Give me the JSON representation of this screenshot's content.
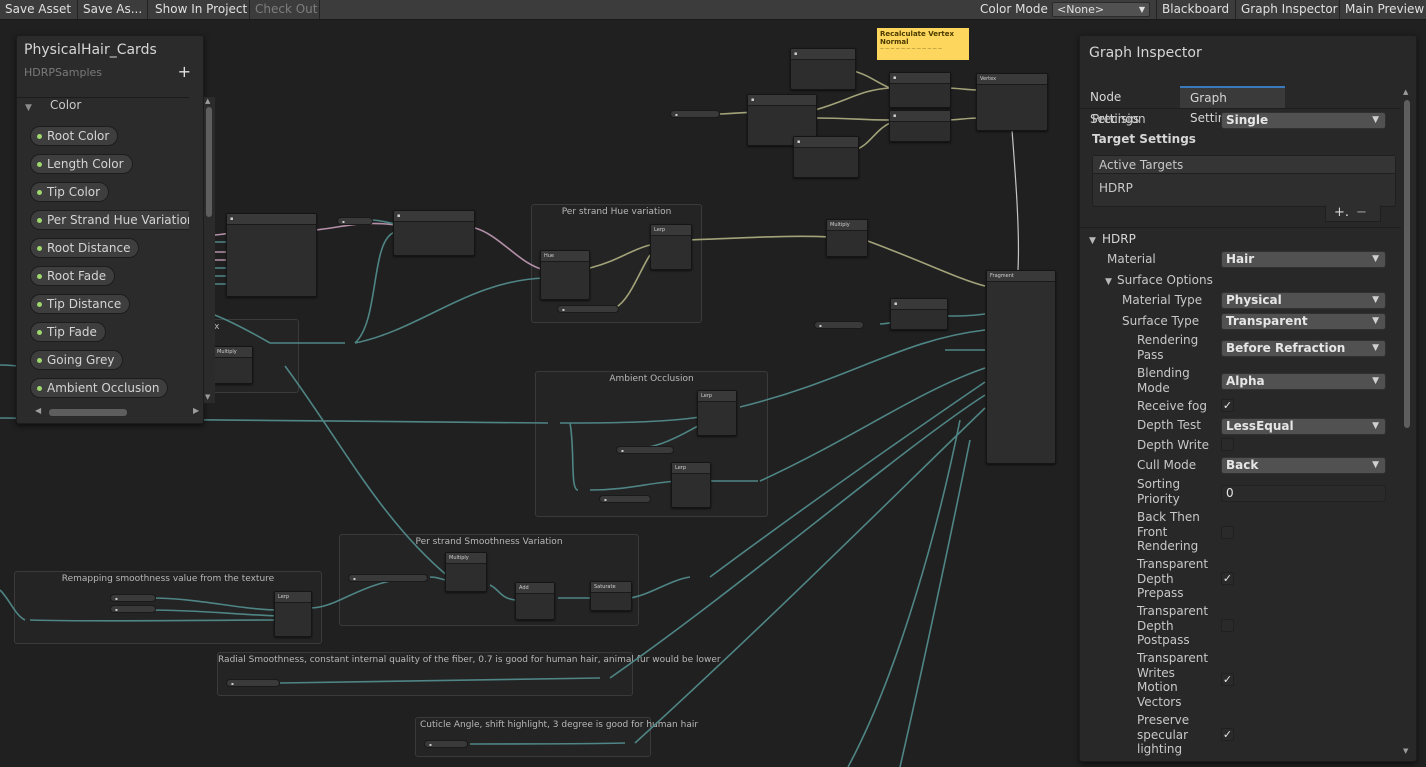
{
  "toolbar": {
    "save_asset": "Save Asset",
    "save_as": "Save As...",
    "show_in_project": "Show In Project",
    "check_out": "Check Out",
    "color_mode_label": "Color Mode",
    "color_mode_value": "<None>",
    "blackboard": "Blackboard",
    "graph_inspector": "Graph Inspector",
    "main_preview": "Main Preview"
  },
  "blackboard": {
    "title": "PhysicalHair_Cards",
    "subtitle": "HDRPSamples",
    "add": "+",
    "category": "Color",
    "items": [
      "Root Color",
      "Length Color",
      "Tip Color",
      "Per Strand Hue Variation",
      "Root Distance",
      "Root Fade",
      "Tip Distance",
      "Tip Fade",
      "Going Grey",
      "Ambient Occlusion"
    ]
  },
  "graph": {
    "groups": {
      "hue": "Per strand Hue variation",
      "ao": "Ambient Occlusion",
      "smooth_var": "Per strand Smoothness Variation",
      "remap": "Remapping smoothness value from the texture",
      "radial": "Radial Smoothness, constant internal quality of the fiber, 0.7 is good for human hair, animal fur would be lower",
      "cuticle": "Cuticle Angle, shift highlight, 3 degree is good for human hair",
      "index_partial": "dex"
    },
    "sticky": {
      "title": "Recalculate Vertex Normal"
    },
    "nodes": {
      "vertex": "Vertex",
      "fragment": "Fragment",
      "lerp": "Lerp",
      "multiply": "Multiply",
      "add": "Add",
      "saturate": "Saturate",
      "hue": "Hue"
    }
  },
  "inspector": {
    "title": "Graph Inspector",
    "tabs": [
      "Node Settings",
      "Graph Settings"
    ],
    "precision_label": "Precision",
    "precision_value": "Single",
    "target_settings": "Target Settings",
    "active_targets": "Active Targets",
    "target_item": "HDRP",
    "plus": "+.",
    "minus": "−",
    "hdrp_section": "HDRP",
    "material_label": "Material",
    "material_value": "Hair",
    "surface_options": "Surface Options",
    "material_type_label": "Material Type",
    "material_type_value": "Physical",
    "surface_type_label": "Surface Type",
    "surface_type_value": "Transparent",
    "rendering_pass_label_1": "Rendering",
    "rendering_pass_label_2": "Pass",
    "rendering_pass_value": "Before Refraction",
    "blending_mode_label_1": "Blending",
    "blending_mode_label_2": "Mode",
    "blending_mode_value": "Alpha",
    "receive_fog_label": "Receive fog",
    "receive_fog": true,
    "depth_test_label": "Depth Test",
    "depth_test_value": "LessEqual",
    "depth_write_label": "Depth Write",
    "depth_write": false,
    "cull_mode_label": "Cull Mode",
    "cull_mode_value": "Back",
    "sorting_priority_label_1": "Sorting",
    "sorting_priority_label_2": "Priority",
    "sorting_priority_value": "0",
    "back_then_front_1": "Back Then",
    "back_then_front_2": "Front",
    "back_then_front_3": "Rendering",
    "back_then_front": false,
    "tdp_1": "Transparent",
    "tdp_2": "Depth",
    "tdp_3": "Prepass",
    "transparent_depth_prepass": true,
    "tdpo_1": "Transparent",
    "tdpo_2": "Depth",
    "tdpo_3": "Postpass",
    "transparent_depth_postpass": false,
    "twmv_1": "Transparent",
    "twmv_2": "Writes",
    "twmv_3": "Motion",
    "twmv_4": "Vectors",
    "transparent_writes_motion_vectors": true,
    "psl_1": "Preserve",
    "psl_2": "specular",
    "psl_3": "lighting",
    "preserve_specular_lighting": true
  },
  "colors": {
    "wire": "#4f8585",
    "wire_vec": "#a3a37a",
    "wire_pink": "#b38fa8",
    "accent": "#3a79bb",
    "sticky": "#fdd65d",
    "property_dot": "#9fd86f"
  }
}
